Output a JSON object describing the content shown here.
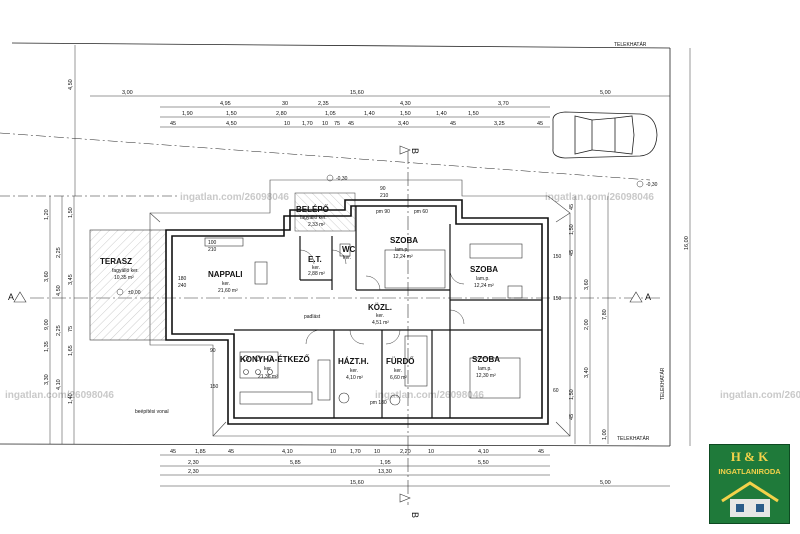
{
  "labels": {
    "lot_boundary_top": "TELEKHATÁR",
    "lot_boundary_right": "TELEKHATÁR",
    "lot_boundary_bottom": "TELEKHATÁR",
    "building_line": "beépítési\nvonal",
    "padlas": "padlást",
    "elev_top": "-0,30",
    "elev_right": "-0,30",
    "elev_terrace": "±0,00",
    "section_a": "A",
    "section_b": "B",
    "watermark": "ingatlan.com/26098046"
  },
  "rooms": {
    "terasz": {
      "name": "TERASZ",
      "sub1": "fagyálló ker.",
      "sub2": "10,35 m²"
    },
    "nappali": {
      "name": "NAPPALI",
      "sub1": "ker.",
      "sub2": "21,60 m²"
    },
    "belepo": {
      "name": "BELÉPŐ",
      "sub1": "fagyálló ker.",
      "sub2": "2,33 m²"
    },
    "et": {
      "name": "E.T.",
      "sub1": "ker.",
      "sub2": "2,88 m²"
    },
    "wc": {
      "name": "WC",
      "sub1": "ker."
    },
    "szoba1": {
      "name": "SZOBA",
      "sub1": "lam.p.",
      "sub2": "12,24 m²"
    },
    "szoba2": {
      "name": "SZOBA",
      "sub1": "lam.p.",
      "sub2": "12,24 m²"
    },
    "kozl": {
      "name": "KÖZL.",
      "sub1": "ker.",
      "sub2": "4,51 m²"
    },
    "konyha": {
      "name": "KONYHA-ÉTKEZŐ",
      "sub1": "ker.",
      "sub2": "21,36 m²"
    },
    "hazt": {
      "name": "HÁZT.H.",
      "sub1": "ker.",
      "sub2": "4,10 m²"
    },
    "furdo": {
      "name": "FÜRDŐ",
      "sub1": "ker.",
      "sub2": "6,60 m²"
    },
    "szoba3": {
      "name": "SZOBA",
      "sub1": "lam.p.",
      "sub2": "12,30 m²"
    }
  },
  "dims": {
    "top1": [
      "3,00",
      "15,60",
      "5,00"
    ],
    "top2": [
      "4,95",
      "30",
      "2,35",
      "4,30",
      "3,70"
    ],
    "top3": [
      "1,90",
      "1,50",
      "2,80",
      "1,05",
      "1,40",
      "1,50",
      "1,40",
      "1,50"
    ],
    "top4": [
      "45",
      "4,50",
      "10",
      "1,70",
      "10",
      "75",
      "45",
      "3,40",
      "45",
      "3,25",
      "45"
    ],
    "bottom1": [
      "45",
      "1,85",
      "45",
      "4,10",
      "10",
      "1,70",
      "10",
      "2,20",
      "10",
      "4,10",
      "45"
    ],
    "bottom2": [
      "2,30",
      "5,85",
      "1,95",
      "5,50"
    ],
    "bottom3": [
      "2,30",
      "13,30"
    ],
    "bottom4": [
      "15,60",
      "5,00"
    ],
    "left": [
      "4,50",
      "1,20",
      "1,50",
      "2,25",
      "3,60",
      "4,50",
      "9,00",
      "2,25",
      "3,45",
      "1,50",
      "75",
      "1,65",
      "1,35",
      "3,30",
      "4,10",
      "1,40"
    ],
    "right": [
      "45",
      "1,50",
      "45",
      "16,00",
      "3,60",
      "2,00",
      "7,80",
      "3,40",
      "1,50",
      "45",
      "1,00"
    ],
    "openings": [
      "90",
      "210",
      "100",
      "210",
      "150",
      "180",
      "240",
      "90",
      "150",
      "60",
      "150",
      "pm 90",
      "pm 60",
      "pm 180"
    ]
  },
  "logo": {
    "brand": "H & K",
    "name": "INGATLANIRODA"
  }
}
